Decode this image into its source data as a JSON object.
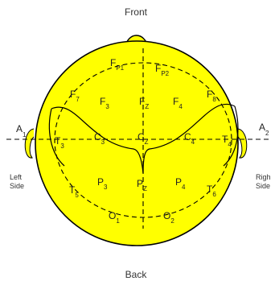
{
  "labels": {
    "front": "Front",
    "back": "Back",
    "left_side": [
      "Left",
      "Side"
    ],
    "right_side": [
      "Righ",
      "Side"
    ]
  },
  "electrodes": {
    "fp1": {
      "base": "F",
      "sub": "P1"
    },
    "fp2": {
      "base": "F",
      "sub": "P2"
    },
    "f7": {
      "base": "F",
      "sub": "7"
    },
    "f3": {
      "base": "F",
      "sub": "3"
    },
    "fz": {
      "base": "F",
      "sub": "Z"
    },
    "f4": {
      "base": "F",
      "sub": "4"
    },
    "f8": {
      "base": "F",
      "sub": "8"
    },
    "a1": {
      "base": "A",
      "sub": "1"
    },
    "t3": {
      "base": "T",
      "sub": "3"
    },
    "c3": {
      "base": "C",
      "sub": "3"
    },
    "cz": {
      "base": "C",
      "sub": "Z"
    },
    "c4": {
      "base": "C",
      "sub": "4"
    },
    "t4": {
      "base": "T",
      "sub": "4"
    },
    "a2": {
      "base": "A",
      "sub": "2"
    },
    "t5": {
      "base": "T",
      "sub": "5"
    },
    "p3": {
      "base": "P",
      "sub": "3"
    },
    "pz": {
      "base": "P",
      "sub": "Z"
    },
    "p4": {
      "base": "P",
      "sub": "4"
    },
    "t6": {
      "base": "T",
      "sub": "6"
    },
    "o1": {
      "base": "O",
      "sub": "1"
    },
    "o2": {
      "base": "O",
      "sub": "2"
    }
  },
  "colors": {
    "head_fill": "#FFFF00",
    "outline": "#000000",
    "text": "#222222"
  }
}
